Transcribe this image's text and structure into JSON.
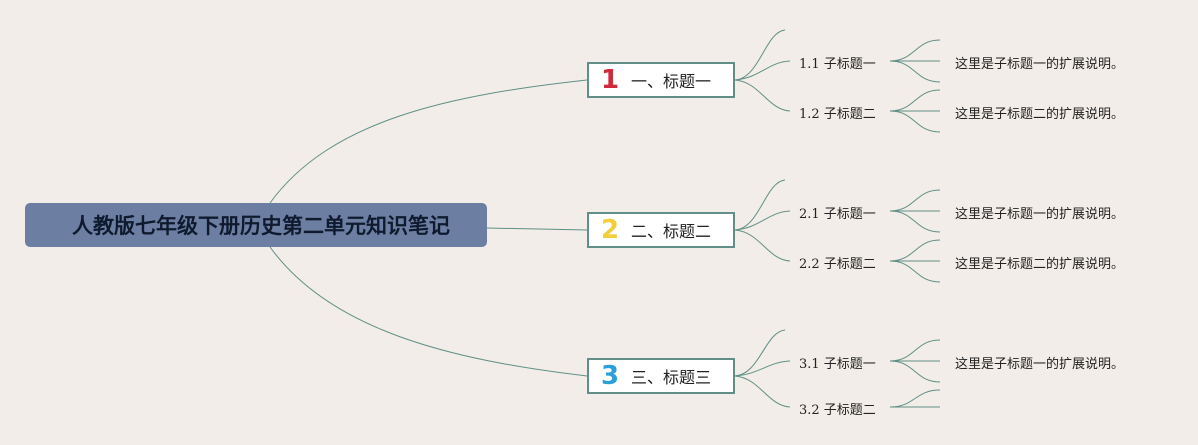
{
  "root": {
    "title": "人教版七年级下册历史第二单元知识笔记"
  },
  "topics": [
    {
      "number": "1",
      "number_color": "#d0293b",
      "label": "一、标题一",
      "subs": [
        {
          "label": "1.1 子标题一",
          "desc": "这里是子标题一的扩展说明。"
        },
        {
          "label": "1.2 子标题二",
          "desc": "这里是子标题二的扩展说明。"
        }
      ]
    },
    {
      "number": "2",
      "number_color": "#f2cf3a",
      "label": "二、标题二",
      "subs": [
        {
          "label": "2.1 子标题一",
          "desc": "这里是子标题一的扩展说明。"
        },
        {
          "label": "2.2 子标题二",
          "desc": "这里是子标题二的扩展说明。"
        }
      ]
    },
    {
      "number": "3",
      "number_color": "#2a9fd8",
      "label": "三、标题三",
      "subs": [
        {
          "label": "3.1 子标题一",
          "desc": "这里是子标题一的扩展说明。"
        },
        {
          "label": "3.2 子标题二",
          "desc": ""
        }
      ]
    }
  ],
  "colors": {
    "connector": "#5f8f86",
    "root_fill": "#6c7fa3",
    "background": "#f2ede8"
  }
}
